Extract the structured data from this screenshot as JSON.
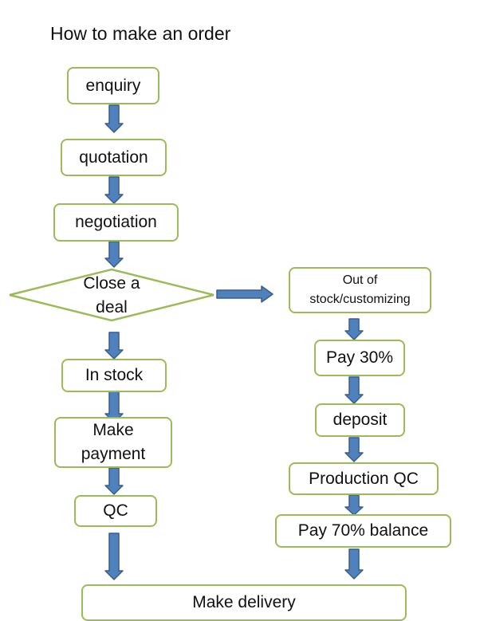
{
  "title": "How to make an order",
  "accent_green": "#9bbb59",
  "arrow_color": "#4f81bd",
  "nodes": {
    "enquiry": "enquiry",
    "quotation": "quotation",
    "negotiation": "negotiation",
    "close_deal": "Close a deal",
    "in_stock": "In stock",
    "make_payment": "Make payment",
    "qc": "QC",
    "out_of_stock": "Out of stock/customizing",
    "pay_30": "Pay 30%",
    "deposit": "deposit",
    "production_qc": "Production QC",
    "pay_70": "Pay 70% balance",
    "make_delivery": "Make delivery"
  }
}
